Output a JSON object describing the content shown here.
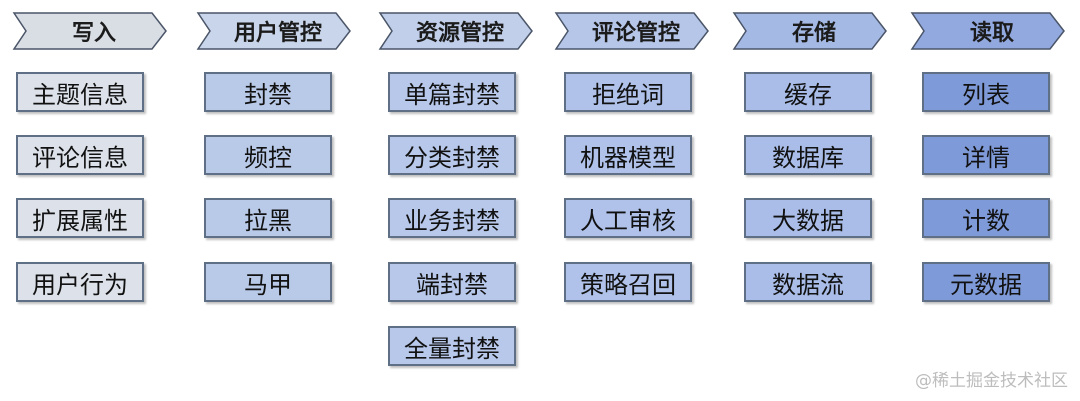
{
  "columns": [
    {
      "header": "写入",
      "items": [
        "主题信息",
        "评论信息",
        "扩展属性",
        "用户行为"
      ]
    },
    {
      "header": "用户管控",
      "items": [
        "封禁",
        "频控",
        "拉黑",
        "马甲"
      ]
    },
    {
      "header": "资源管控",
      "items": [
        "单篇封禁",
        "分类封禁",
        "业务封禁",
        "端封禁",
        "全量封禁"
      ]
    },
    {
      "header": "评论管控",
      "items": [
        "拒绝词",
        "机器模型",
        "人工审核",
        "策略召回"
      ]
    },
    {
      "header": "存储",
      "items": [
        "缓存",
        "数据库",
        "大数据",
        "数据流"
      ]
    },
    {
      "header": "读取",
      "items": [
        "列表",
        "详情",
        "计数",
        "元数据"
      ]
    }
  ],
  "watermark": "@稀土掘金技术社区",
  "colors": {
    "chevron_fills": [
      "#d9dde4",
      "#c9d5ea",
      "#c1cfea",
      "#b6c6e8",
      "#a5b9e5",
      "#92a9e0"
    ],
    "box_fills": [
      "#dde2ea",
      "#b9c9e8",
      "#b7c8ea",
      "#b0c2ea",
      "#a9bde8",
      "#7f9ad8"
    ],
    "border": "#5f6f86"
  }
}
